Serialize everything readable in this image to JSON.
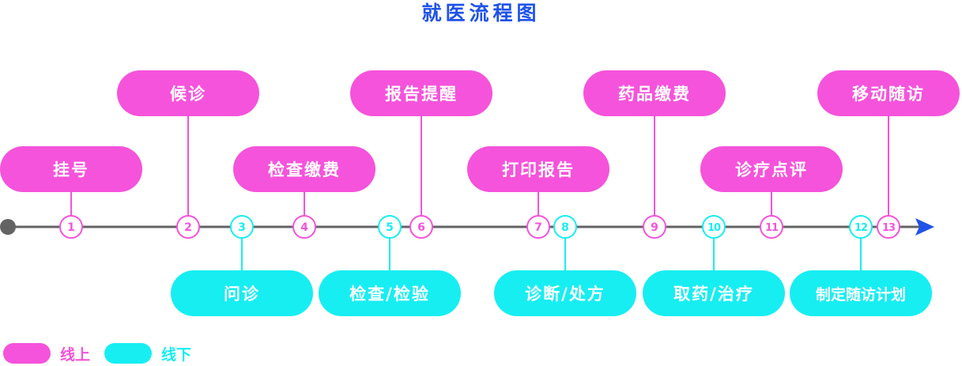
{
  "title": "就医流程图",
  "colors": {
    "online": "#f553db",
    "offline": "#17eef2",
    "timeline": "#636363",
    "arrow": "#1f53e8",
    "title": "#1f53e8"
  },
  "legend": {
    "online_label": "线上",
    "offline_label": "线下"
  },
  "steps": [
    {
      "number": "1",
      "label": "挂号",
      "channel": "online"
    },
    {
      "number": "2",
      "label": "候诊",
      "channel": "online"
    },
    {
      "number": "3",
      "label": "问诊",
      "channel": "offline"
    },
    {
      "number": "4",
      "label": "检查缴费",
      "channel": "online"
    },
    {
      "number": "5",
      "label": "检查/检验",
      "channel": "offline"
    },
    {
      "number": "6",
      "label": "报告提醒",
      "channel": "online"
    },
    {
      "number": "7",
      "label": "打印报告",
      "channel": "online"
    },
    {
      "number": "8",
      "label": "诊断/处方",
      "channel": "offline"
    },
    {
      "number": "9",
      "label": "药品缴费",
      "channel": "online"
    },
    {
      "number": "10",
      "label": "取药/治疗",
      "channel": "offline"
    },
    {
      "number": "11",
      "label": "诊疗点评",
      "channel": "online"
    },
    {
      "number": "12",
      "label": "制定随访计划",
      "channel": "offline"
    },
    {
      "number": "13",
      "label": "移动随访",
      "channel": "online"
    }
  ]
}
